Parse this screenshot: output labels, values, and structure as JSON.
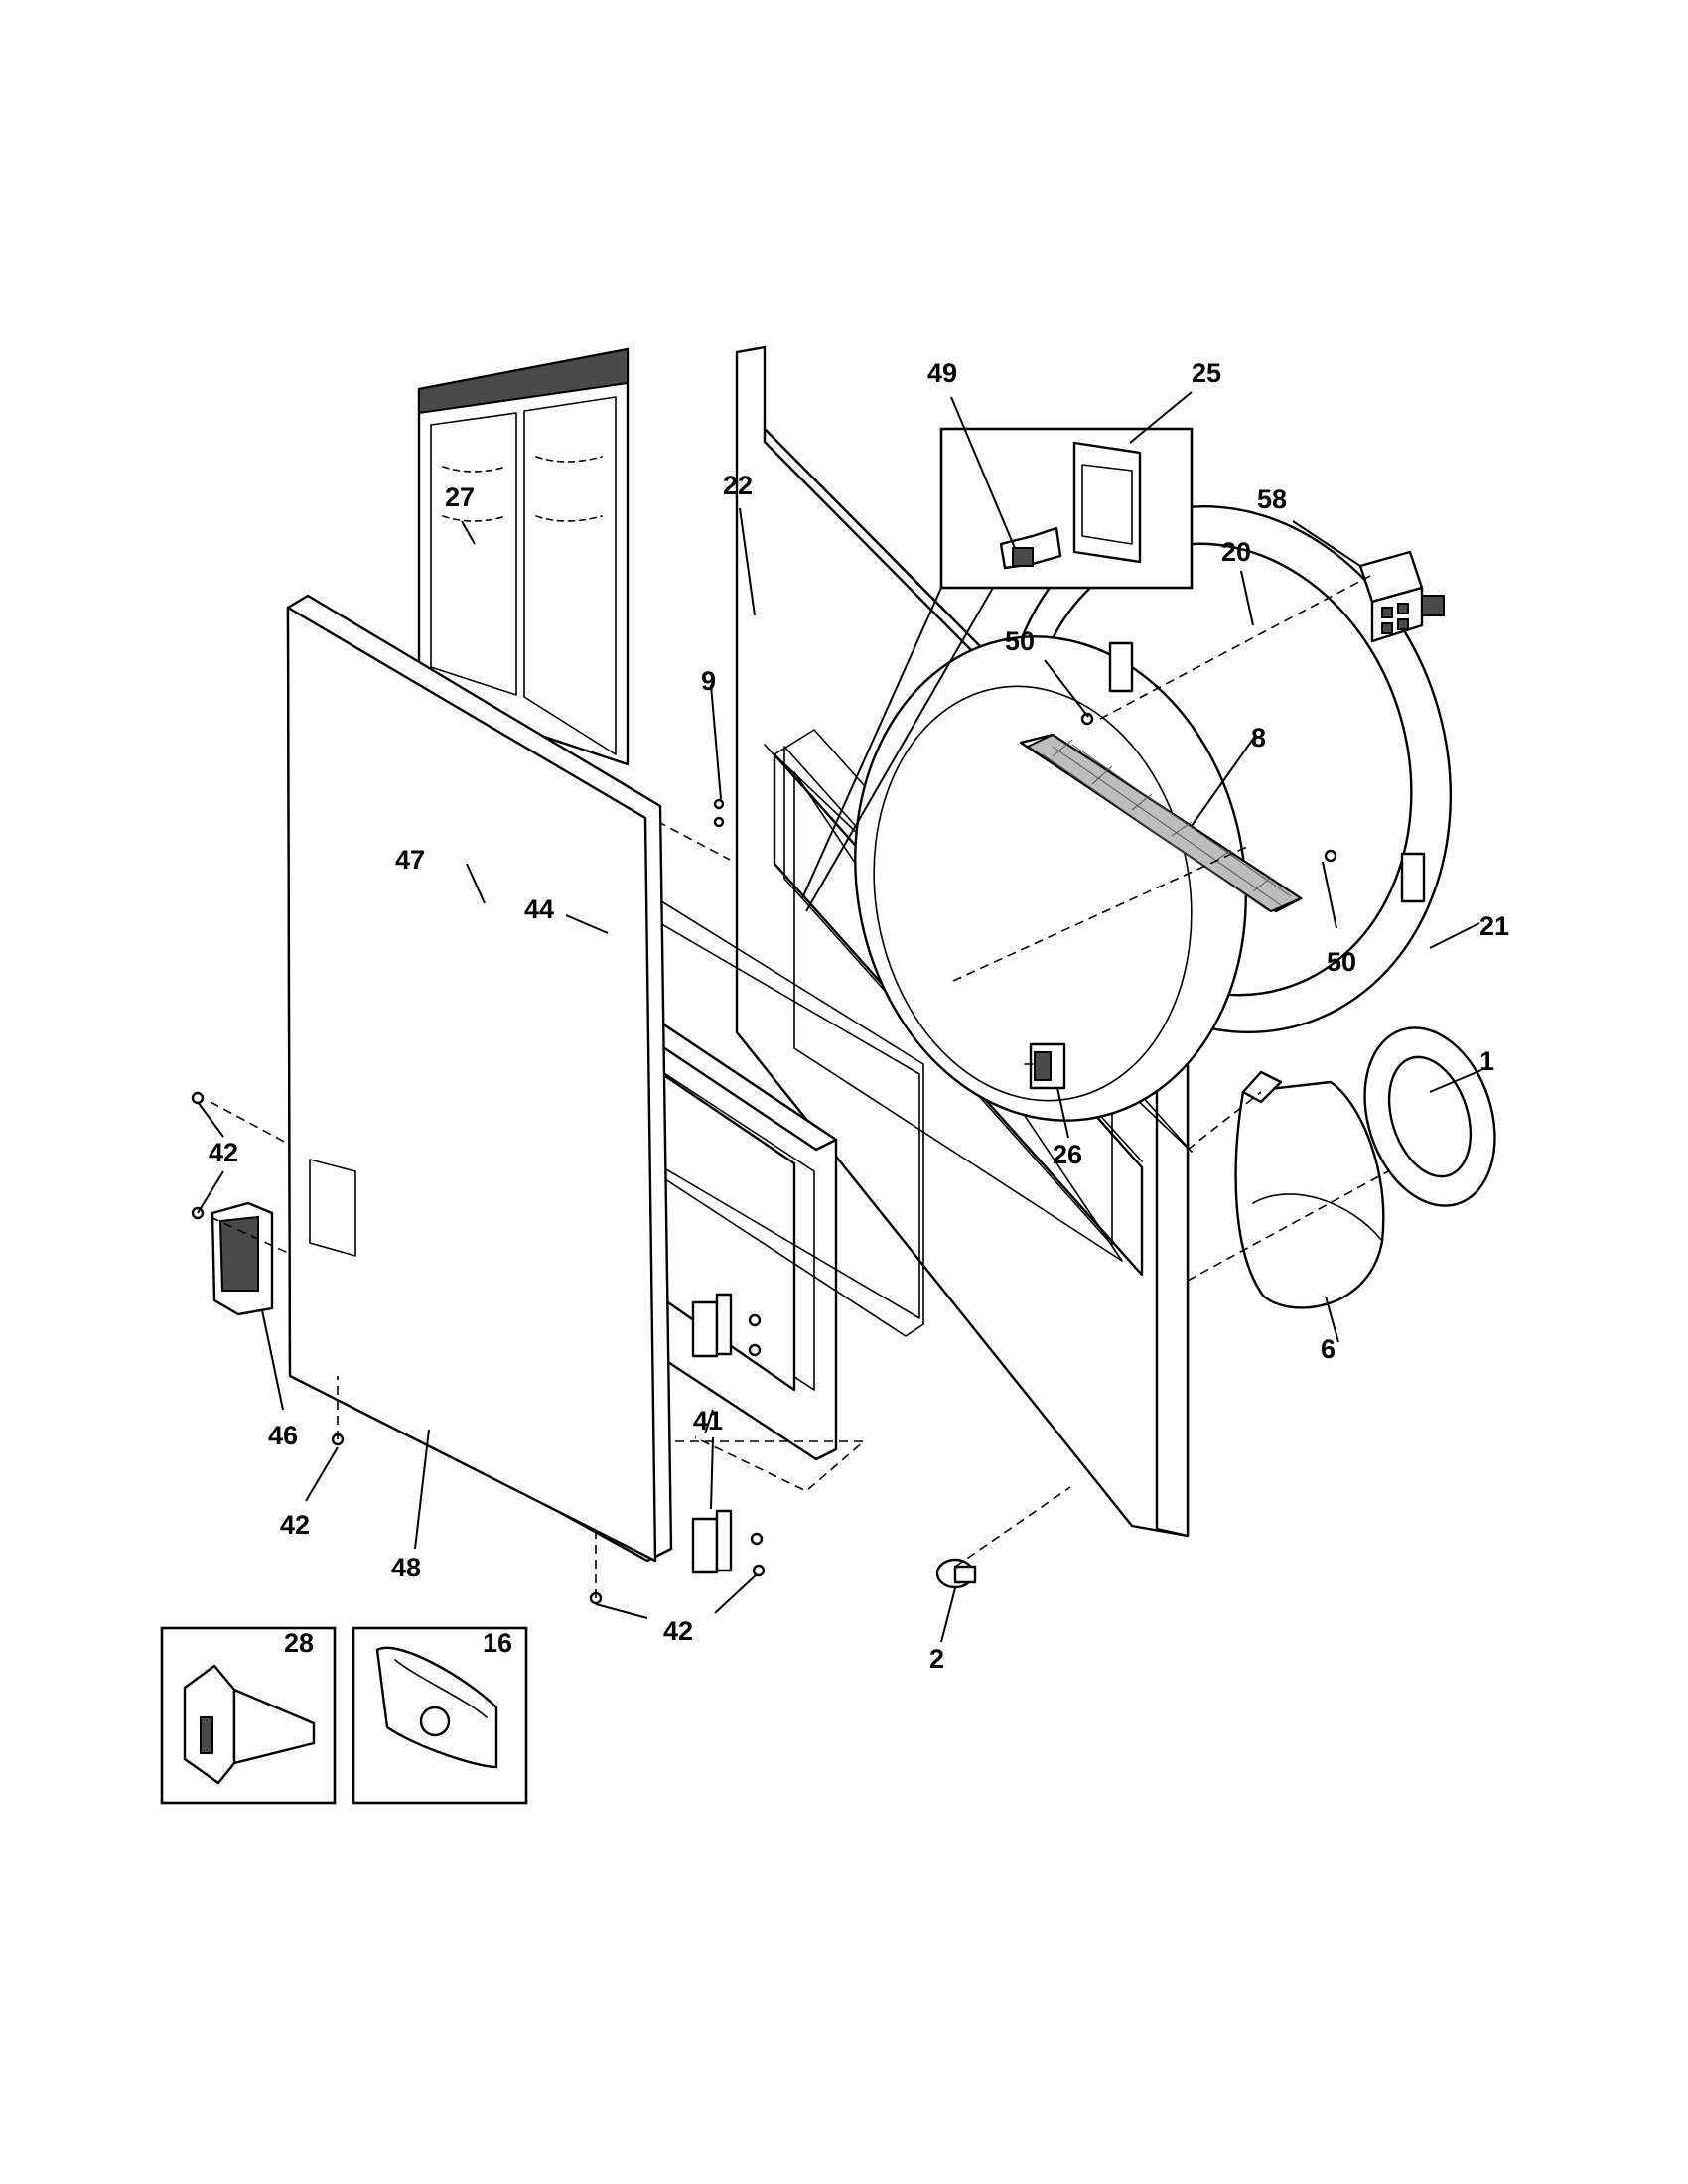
{
  "diagram": {
    "callouts": [
      {
        "id": "27",
        "label": "27"
      },
      {
        "id": "22",
        "label": "22"
      },
      {
        "id": "49",
        "label": "49"
      },
      {
        "id": "25",
        "label": "25"
      },
      {
        "id": "58",
        "label": "58"
      },
      {
        "id": "20",
        "label": "20"
      },
      {
        "id": "9",
        "label": "9"
      },
      {
        "id": "50a",
        "label": "50"
      },
      {
        "id": "8",
        "label": "8"
      },
      {
        "id": "50b",
        "label": "50"
      },
      {
        "id": "21",
        "label": "21"
      },
      {
        "id": "47",
        "label": "47"
      },
      {
        "id": "44",
        "label": "44"
      },
      {
        "id": "1",
        "label": "1"
      },
      {
        "id": "42a",
        "label": "42"
      },
      {
        "id": "26",
        "label": "26"
      },
      {
        "id": "6",
        "label": "6"
      },
      {
        "id": "46",
        "label": "46"
      },
      {
        "id": "41",
        "label": "41"
      },
      {
        "id": "42b",
        "label": "42"
      },
      {
        "id": "48",
        "label": "48"
      },
      {
        "id": "42c",
        "label": "42"
      },
      {
        "id": "2",
        "label": "2"
      },
      {
        "id": "28",
        "label": "28"
      },
      {
        "id": "16",
        "label": "16"
      }
    ]
  }
}
